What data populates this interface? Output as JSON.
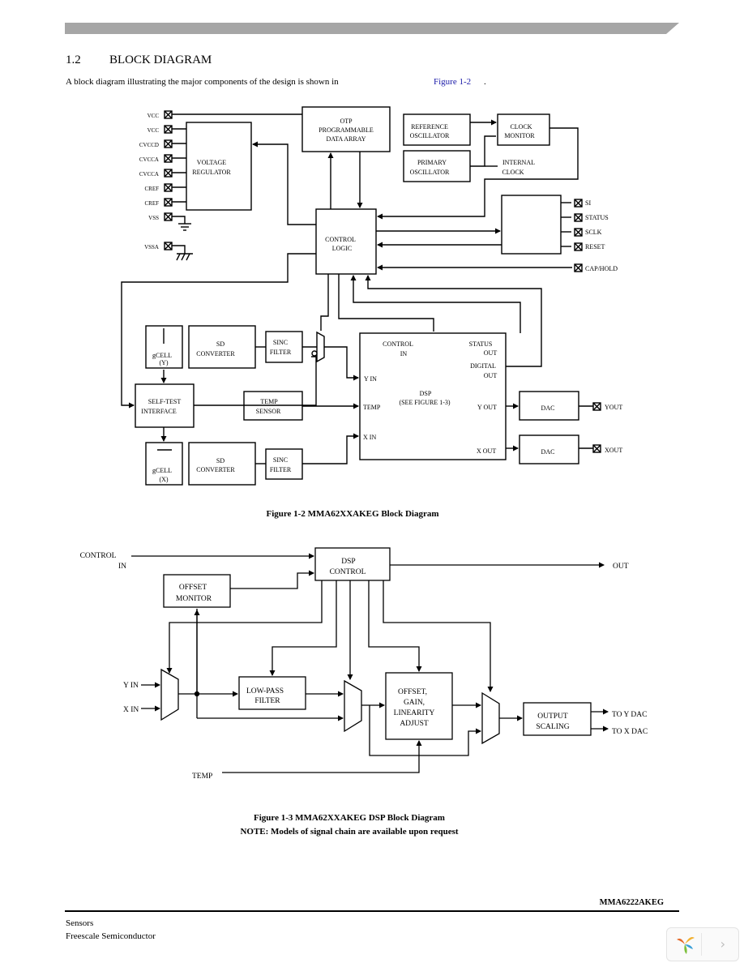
{
  "section": {
    "number": "1.2",
    "title": "BLOCK DIAGRAM"
  },
  "intro": {
    "text": "A block diagram illustrating the major components of the design is shown in",
    "link": "Figure 1-2",
    "end": "."
  },
  "fig2": {
    "caption": "Figure 1-2  MMA62XXAKEG Block Diagram",
    "pins_left": [
      "VCC",
      "VCC",
      "CVCCD",
      "CVCCA",
      "CVCCA",
      "CREF",
      "CREF",
      "VSS",
      "VSSA"
    ],
    "pins_right": [
      "SI",
      "STATUS",
      "SCLK",
      "RESET",
      "CAP/HOLD"
    ],
    "out_y": "YOUT",
    "out_x": "XOUT",
    "boxes": {
      "otp": [
        "OTP",
        "PROGRAMMABLE",
        "DATA ARRAY"
      ],
      "vreg": [
        "VOLTAGE",
        "REGULATOR"
      ],
      "ref_osc": [
        "REFERENCE",
        "OSCILLATOR"
      ],
      "prim_osc": [
        "PRIMARY",
        "OSCILLATOR"
      ],
      "clk_mon": [
        "CLOCK",
        "MONITOR"
      ],
      "int_clk": [
        "INTERNAL",
        "CLOCK"
      ],
      "ctrl": [
        "CONTROL",
        "LOGIC"
      ],
      "sd_y": [
        "SD",
        "CONVERTER"
      ],
      "sinc_y": [
        "SINC",
        "FILTER"
      ],
      "gcell_y": [
        "gCELL",
        "(Y)"
      ],
      "self_test": [
        "SELF-TEST",
        "INTERFACE"
      ],
      "temp_sensor": [
        "TEMP",
        "SENSOR"
      ],
      "sd_x": [
        "SD",
        "CONVERTER"
      ],
      "sinc_x": [
        "SINC",
        "FILTER"
      ],
      "gcell_x": [
        "gCELL",
        "(X)"
      ],
      "dsp": [
        "DSP",
        "(SEE FIGURE 1-3)"
      ],
      "dac": "DAC"
    },
    "dsp_ports": {
      "control_in": [
        "CONTROL",
        "IN"
      ],
      "status_out": [
        "STATUS",
        "OUT"
      ],
      "digital_out": [
        "DIGITAL",
        "OUT"
      ],
      "yin": "Y IN",
      "temp": "TEMP",
      "xin": "X IN",
      "yout": "Y OUT",
      "xout": "X OUT"
    }
  },
  "fig3": {
    "caption": "Figure 1-3  MMA62XXAKEG DSP Block Diagram",
    "note": "NOTE: Models of signal chain are available upon request",
    "labels": {
      "control_in": [
        "CONTROL",
        "IN"
      ],
      "out": "OUT",
      "yin": "Y IN",
      "xin": "X IN",
      "temp": "TEMP",
      "to_ydac": "TO Y DAC",
      "to_xdac": "TO X DAC"
    },
    "boxes": {
      "dsp_ctrl": [
        "DSP",
        "CONTROL"
      ],
      "offset_mon": [
        "OFFSET",
        "MONITOR"
      ],
      "lpf": [
        "LOW-PASS",
        "FILTER"
      ],
      "adjust": [
        "OFFSET,",
        "GAIN,",
        "LINEARITY",
        "ADJUST"
      ],
      "out_scaling": [
        "OUTPUT",
        "SCALING"
      ]
    }
  },
  "footer": {
    "part": "MMA6222AKEG",
    "line1": "Sensors",
    "line2": "Freescale Semiconductor"
  },
  "colors": {
    "topbar": "#a6a6a6",
    "link": "#1a1aa8"
  },
  "icons": {
    "viewer_logo": "viewer-logo-icon",
    "next": "chevron-right-icon"
  }
}
